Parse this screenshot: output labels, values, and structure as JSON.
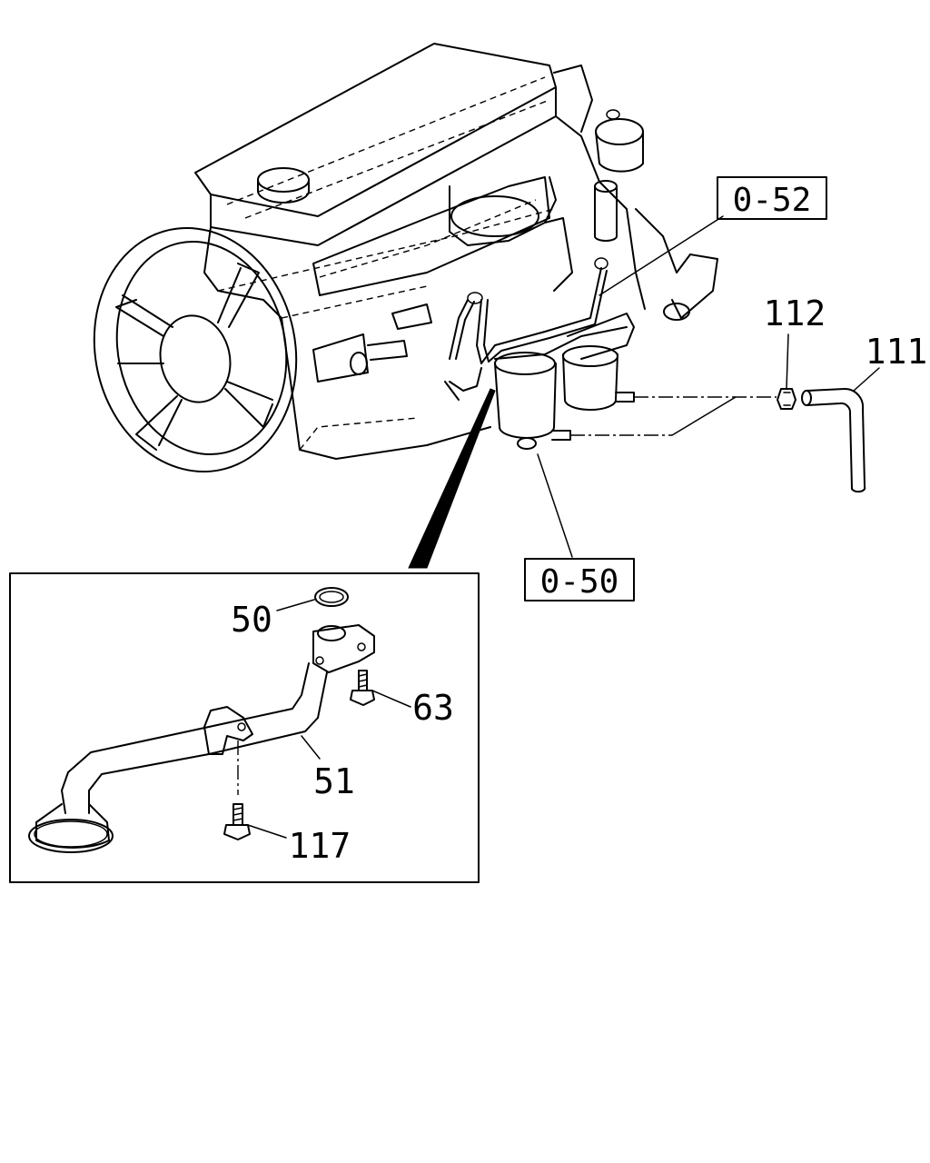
{
  "callouts": {
    "ref_0_52": "0-52",
    "ref_0_50": "0-50",
    "part_112": "112",
    "part_111": "111",
    "part_50": "50",
    "part_63": "63",
    "part_51": "51",
    "part_117": "117"
  },
  "colors": {
    "line": "#000000",
    "background": "#ffffff"
  }
}
